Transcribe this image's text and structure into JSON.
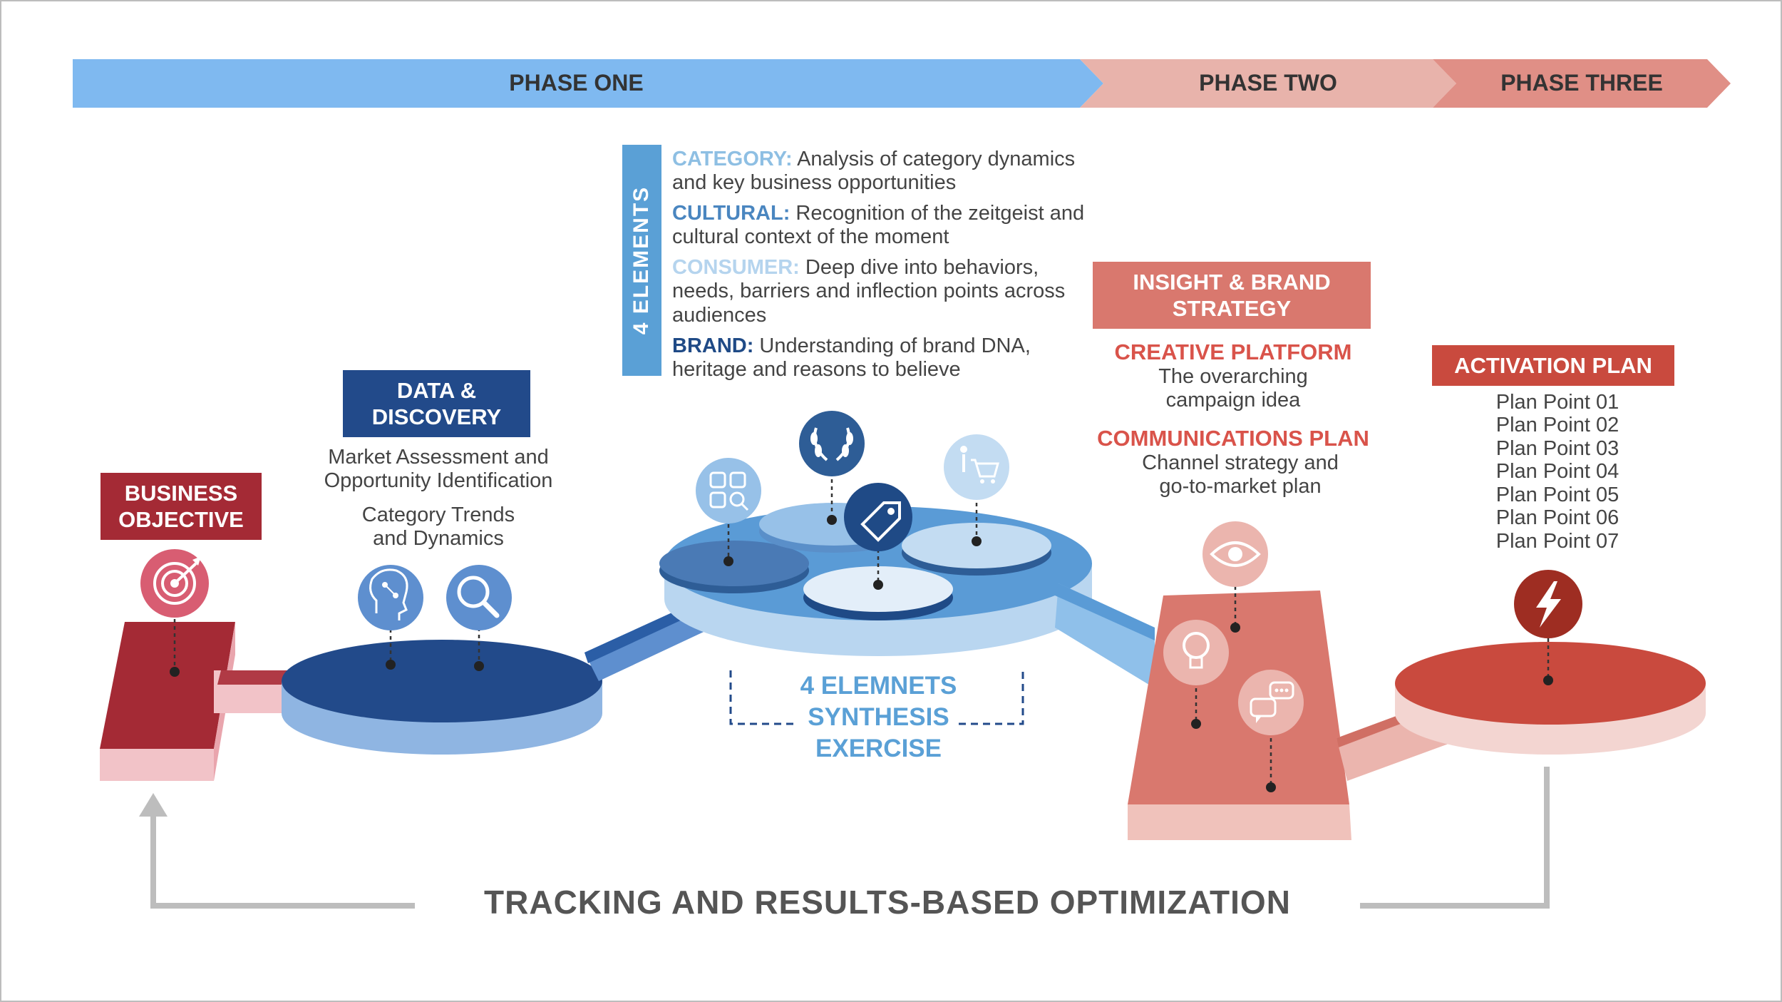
{
  "phases": [
    "PHASE ONE",
    "PHASE TWO",
    "PHASE THREE"
  ],
  "business_objective": "BUSINESS\nOBJECTIVE",
  "data_discovery": {
    "title": "DATA &\nDISCOVERY",
    "desc1": "Market Assessment and\nOpportunity Identification",
    "desc2": "Category Trends\nand Dynamics"
  },
  "four_elements": {
    "side_label": "4 ELEMENTS",
    "items": [
      {
        "key": "CATEGORY:",
        "text": " Analysis of category dynamics and key business opportunities",
        "color": "#8ebfe3"
      },
      {
        "key": "CULTURAL:",
        "text": " Recognition of the zeitgeist and cultural context of the moment",
        "color": "#4a86c0"
      },
      {
        "key": "CONSUMER:",
        "text": " Deep dive into behaviors, needs, barriers and inflection points across audiences",
        "color": "#b5d4ee"
      },
      {
        "key": "BRAND:",
        "text": " Understanding of brand DNA, heritage and reasons to believe",
        "color": "#1f4a86"
      }
    ],
    "synthesis": "4 ELEMNETS\nSYNTHESIS\nEXERCISE"
  },
  "insight": {
    "title": "INSIGHT & BRAND\nSTRATEGY",
    "creative_title": "CREATIVE PLATFORM",
    "creative_desc": "The overarching\ncampaign idea",
    "comms_title": "COMMUNICATIONS PLAN",
    "comms_desc": "Channel strategy and\ngo-to-market plan"
  },
  "activation": {
    "title": "ACTIVATION PLAN",
    "points": [
      "Plan Point 01",
      "Plan Point 02",
      "Plan Point 03",
      "Plan Point 04",
      "Plan Point 05",
      "Plan Point 06",
      "Plan Point 07"
    ]
  },
  "tracking": "TRACKING AND RESULTS-BASED OPTIMIZATION",
  "icons": [
    "target-icon",
    "circuit-head-icon",
    "magnifier-icon",
    "apps-search-icon",
    "laurel-icon",
    "price-tag-icon",
    "shopping-cart-icon",
    "eye-icon",
    "lightbulb-icon",
    "chat-bubbles-icon",
    "lightning-icon"
  ],
  "colors": {
    "phase_one": "#7fb9f0",
    "phase_two": "#e8b3ab",
    "phase_three": "#e08f86",
    "red_dark": "#a42a35",
    "navy": "#224a8a",
    "light_blue": "#5aa0d6",
    "salmon": "#d9786e",
    "activation_red": "#c94a3e"
  }
}
